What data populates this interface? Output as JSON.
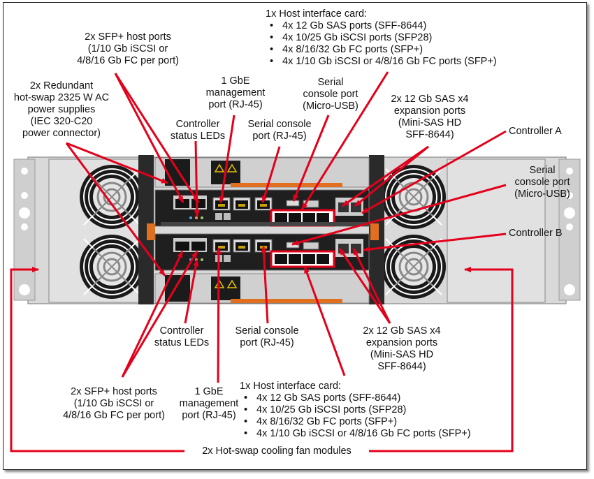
{
  "figure": {
    "title": "Storage enclosure rear view with controller A and controller B",
    "accent_color": "#e3001b",
    "labels": {
      "host_card_top": {
        "heading": "1x Host interface card:",
        "items": [
          "4x 12 Gb SAS ports (SFF-8644)",
          "4x 10/25 Gb iSCSI ports (SFP28)",
          "4x 8/16/32 Gb FC ports (SFP+)",
          "4x 1/10 Gb iSCSI or 4/8/16 Gb FC ports (SFP+)"
        ]
      },
      "sfp_top": [
        "2x SFP+ host ports",
        "(1/10 Gb iSCSI or",
        "4/8/16 Gb FC per port)"
      ],
      "psu": [
        "2x Redundant",
        "hot-swap 2325 W AC",
        "power supplies",
        "(IEC 320-C20",
        "power connector)"
      ],
      "mgmt_top": [
        "1 GbE",
        "management",
        "port (RJ-45)"
      ],
      "leds_top": [
        "Controller",
        "status LEDs"
      ],
      "serial_rj45_top": [
        "Serial console",
        "port (RJ-45)"
      ],
      "serial_usb_top": [
        "Serial",
        "console port",
        "(Micro-USB)"
      ],
      "sas_exp_top": [
        "2x 12 Gb SAS x4",
        "expansion ports",
        "(Mini-SAS HD",
        "SFF-8644)"
      ],
      "controller_a": "Controller A",
      "serial_usb_right": [
        "Serial",
        "console port",
        "(Micro-USB)"
      ],
      "controller_b": "Controller B",
      "leds_bottom": [
        "Controller",
        "status LEDs"
      ],
      "serial_rj45_bottom": [
        "Serial console",
        "port (RJ-45)"
      ],
      "sas_exp_bottom": [
        "2x 12 Gb SAS x4",
        "expansion ports",
        "(Mini-SAS HD",
        "SFF-8644)"
      ],
      "sfp_bottom": [
        "2x SFP+ host ports",
        "(1/10 Gb iSCSI or",
        "4/8/16 Gb FC per port)"
      ],
      "mgmt_bottom": [
        "1 GbE",
        "management",
        "port (RJ-45)"
      ],
      "host_card_bottom": {
        "heading": "1x Host interface card:",
        "items": [
          "4x 12 Gb SAS ports (SFF-8644)",
          "4x 10/25 Gb iSCSI ports (SFP28)",
          "4x 8/16/32 Gb FC ports (SFP+)",
          "4x 1/10 Gb iSCSI or 4/8/16 Gb FC ports (SFP+)"
        ]
      },
      "fans": "2x Hot-swap cooling fan modules"
    }
  }
}
